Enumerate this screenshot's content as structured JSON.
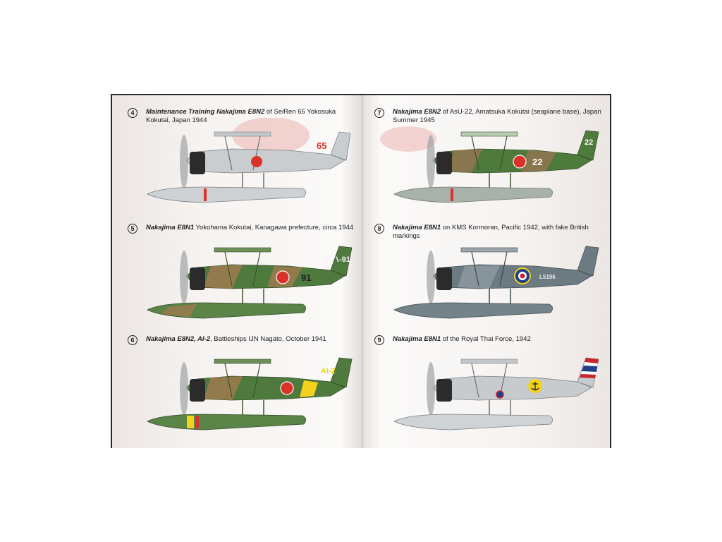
{
  "panels": [
    {
      "number": "4",
      "model": "Maintenance Training Nakajima E8N2",
      "description": " of SeiRen 65 Yokosuka Kokutai, Japan 1944",
      "tail_code": "65",
      "colors": {
        "body": "#c9cdd0",
        "camo": "#c9cdd0",
        "float": "#cdd1d4",
        "marking": "#d8322a"
      }
    },
    {
      "number": "5",
      "model": "Nakajima E8N1",
      "description": " Yokohama Kokutai, Kanagawa prefecture, circa 1944",
      "tail_code": "ヨハ-91",
      "fuselage_code": "91",
      "colors": {
        "body": "#4f7a3e",
        "camo": "#9a7a4e",
        "float": "#5b8448",
        "marking": "#d8322a"
      }
    },
    {
      "number": "6",
      "model": "Nakajima E8N2, AI-2",
      "description": ", Battleships IJN Nagato, October 1941",
      "tail_code": "AI-2",
      "colors": {
        "body": "#4f7a3e",
        "camo": "#9a7a4e",
        "float": "#5b8448",
        "marking": "#d8322a",
        "band": "#f2d21c"
      }
    },
    {
      "number": "7",
      "model": "Nakajima E8N2",
      "description": " of AsU-22, Amatsuka Kokutai (seaplane base), Japan Summer 1945",
      "tail_code": "22",
      "fuselage_code": "22",
      "colors": {
        "body": "#4e7a3c",
        "camo": "#8f7650",
        "float": "#a9b2aa",
        "marking": "#d8322a"
      }
    },
    {
      "number": "8",
      "model": "Nakajima E8N1",
      "description": " on KMS Kormoran, Pacific 1942, with fake British markings",
      "fuselage_code": "L5196",
      "colors": {
        "body": "#6c7a82",
        "camo": "#8c979d",
        "float": "#74828a",
        "marking": "#1f3f8a"
      }
    },
    {
      "number": "9",
      "model": "Nakajima E8N1",
      "description": " of the Royal Thai Force, 1942",
      "colors": {
        "body": "#c7cbce",
        "camo": "#c7cbce",
        "float": "#cfd3d6",
        "marking": "#f2d21c"
      }
    }
  ]
}
